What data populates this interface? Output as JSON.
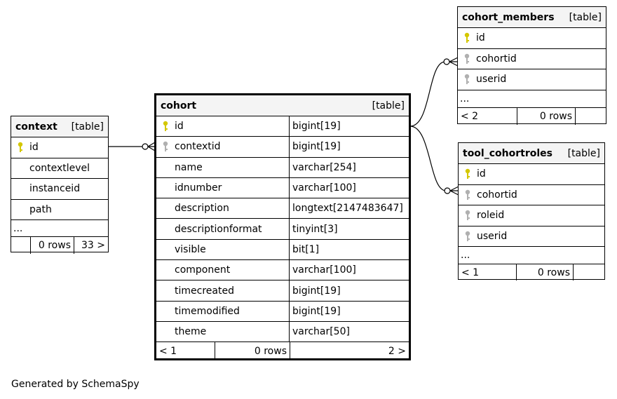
{
  "footer_text": "Generated by SchemaSpy",
  "colors": {
    "primary_key": "#d4c700",
    "foreign_key": "#b0b0b0",
    "header_bg": "#f4f4f4"
  },
  "context": {
    "name": "context",
    "tag": "[table]",
    "columns": [
      {
        "name": "id",
        "key": "primary"
      },
      {
        "name": "contextlevel",
        "key": ""
      },
      {
        "name": "instanceid",
        "key": ""
      },
      {
        "name": "path",
        "key": ""
      }
    ],
    "ellipsis": "...",
    "footer": {
      "left": "",
      "rows": "0 rows",
      "right": "33 >"
    }
  },
  "cohort": {
    "name": "cohort",
    "tag": "[table]",
    "columns": [
      {
        "name": "id",
        "type": "bigint[19]",
        "key": "primary"
      },
      {
        "name": "contextid",
        "type": "bigint[19]",
        "key": "foreign"
      },
      {
        "name": "name",
        "type": "varchar[254]",
        "key": ""
      },
      {
        "name": "idnumber",
        "type": "varchar[100]",
        "key": ""
      },
      {
        "name": "description",
        "type": "longtext[2147483647]",
        "key": ""
      },
      {
        "name": "descriptionformat",
        "type": "tinyint[3]",
        "key": ""
      },
      {
        "name": "visible",
        "type": "bit[1]",
        "key": ""
      },
      {
        "name": "component",
        "type": "varchar[100]",
        "key": ""
      },
      {
        "name": "timecreated",
        "type": "bigint[19]",
        "key": ""
      },
      {
        "name": "timemodified",
        "type": "bigint[19]",
        "key": ""
      },
      {
        "name": "theme",
        "type": "varchar[50]",
        "key": ""
      }
    ],
    "footer": {
      "left": "< 1",
      "rows": "0 rows",
      "right": "2 >"
    }
  },
  "cohort_members": {
    "name": "cohort_members",
    "tag": "[table]",
    "columns": [
      {
        "name": "id",
        "key": "primary"
      },
      {
        "name": "cohortid",
        "key": "foreign"
      },
      {
        "name": "userid",
        "key": "foreign"
      }
    ],
    "ellipsis": "...",
    "footer": {
      "left": "< 2",
      "rows": "0 rows",
      "right": ""
    }
  },
  "tool_cohortroles": {
    "name": "tool_cohortroles",
    "tag": "[table]",
    "columns": [
      {
        "name": "id",
        "key": "primary"
      },
      {
        "name": "cohortid",
        "key": "foreign"
      },
      {
        "name": "roleid",
        "key": "foreign"
      },
      {
        "name": "userid",
        "key": "foreign"
      }
    ],
    "ellipsis": "...",
    "footer": {
      "left": "< 1",
      "rows": "0 rows",
      "right": ""
    }
  }
}
